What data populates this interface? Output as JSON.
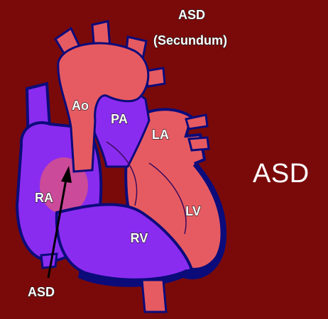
{
  "diagram": {
    "title_line1": "ASD",
    "title_line2": "(Secundum)",
    "labels": {
      "ao": "Ao",
      "pa": "PA",
      "la": "LA",
      "ra": "RA",
      "lv": "LV",
      "rv": "RV",
      "asd_pointer": "ASD"
    }
  },
  "side_label": "ASD",
  "colors": {
    "background": "#7a0a0a",
    "oxygenated": "#e65b62",
    "deoxygenated": "#8a2cf0",
    "wall": "#0b0b7a"
  }
}
